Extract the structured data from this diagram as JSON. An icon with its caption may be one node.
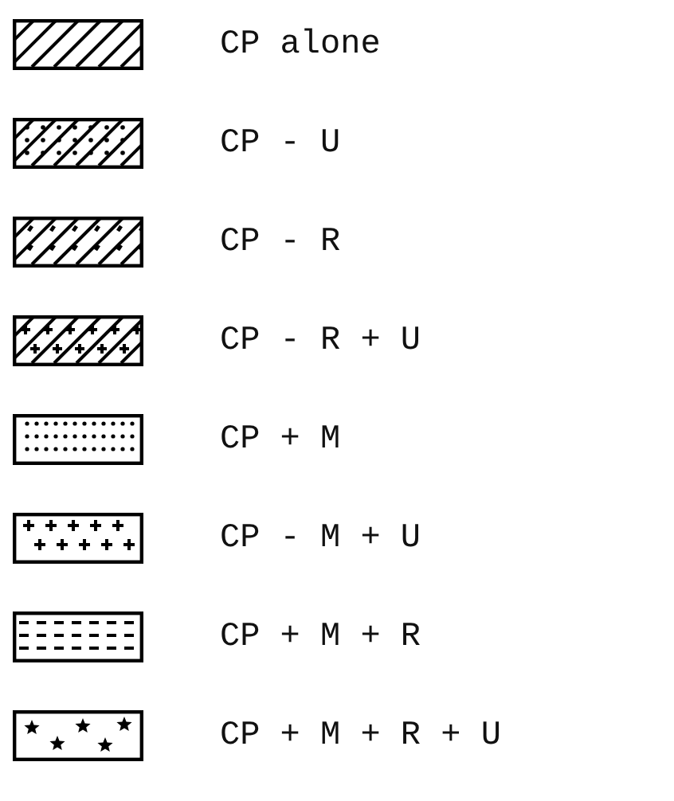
{
  "diagram": {
    "legend": [
      {
        "text": "CP alone"
      },
      {
        "text": "CP - U"
      },
      {
        "text": "CP - R"
      },
      {
        "text": "CP - R + U"
      },
      {
        "text": "CP + M"
      },
      {
        "text": "CP - M + U"
      },
      {
        "text": "CP + M + R"
      },
      {
        "text": "CP + M + R + U"
      }
    ]
  }
}
